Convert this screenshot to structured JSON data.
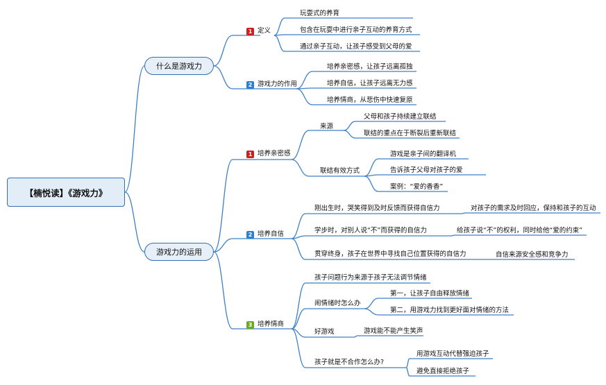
{
  "root": "【楠悦读】《游戏力》",
  "branches": [
    {
      "label": "什么是游戏力",
      "sections": [
        {
          "num": "1",
          "color": "#cc1f1f",
          "label": "定义",
          "items": [
            "玩耍式的养育",
            "包含在玩耍中进行亲子互动的养育方式",
            "通过亲子互动，让孩子感受到父母的爱"
          ]
        },
        {
          "num": "2",
          "color": "#2d7fd3",
          "label": "游戏力的作用",
          "items": [
            "培养亲密感，让孩子远离孤独",
            "培养自信，让孩子远离无力感",
            "培养情商，从悲伤中快速复原"
          ]
        }
      ]
    },
    {
      "label": "游戏力的运用",
      "sections": [
        {
          "num": "1",
          "color": "#cc1f1f",
          "label": "培养亲密感",
          "subs": [
            {
              "label": "来源",
              "items": [
                "父母和孩子持续建立联结",
                "联结的重点在于断裂后重新联结"
              ]
            },
            {
              "label": "联结有效方式",
              "items": [
                "游戏是亲子间的翻译机",
                "告诉孩子父母对孩子的爱",
                "案例：“爱的香香”"
              ]
            }
          ]
        },
        {
          "num": "2",
          "color": "#2d7fd3",
          "label": "培养自信",
          "subs": [
            {
              "label": "刚出生时，哭笑得到及时反馈而获得自信力",
              "items": [
                "对孩子的需求及时回应，保持和孩子的互动"
              ]
            },
            {
              "label": "学步时，对别人说“不”而获得的自信力",
              "items": [
                "给孩子说“不”的权利，同时给他“爱的约束”"
              ]
            },
            {
              "label": "贯穿终身，孩子在世界中寻找自己位置获得的自信力",
              "items": [
                "自信来源安全感和竞争力"
              ]
            }
          ]
        },
        {
          "num": "3",
          "color": "#6aaa1e",
          "label": "培养情商",
          "subs": [
            {
              "label": "孩子问题行为来源于孩子无法调节情绪",
              "items": []
            },
            {
              "label": "闹情绪时怎么办",
              "items": [
                "第一，让孩子自由释放情绪",
                "第二，用游戏力找到更好面对情绪的方法"
              ]
            },
            {
              "label": "好游戏",
              "items": [
                "游戏能不能产生笑声"
              ]
            },
            {
              "label": "孩子就是不合作怎么办?",
              "items": [
                "用游戏互动代替强迫孩子",
                "避免直接拒绝孩子"
              ]
            }
          ]
        }
      ]
    }
  ]
}
